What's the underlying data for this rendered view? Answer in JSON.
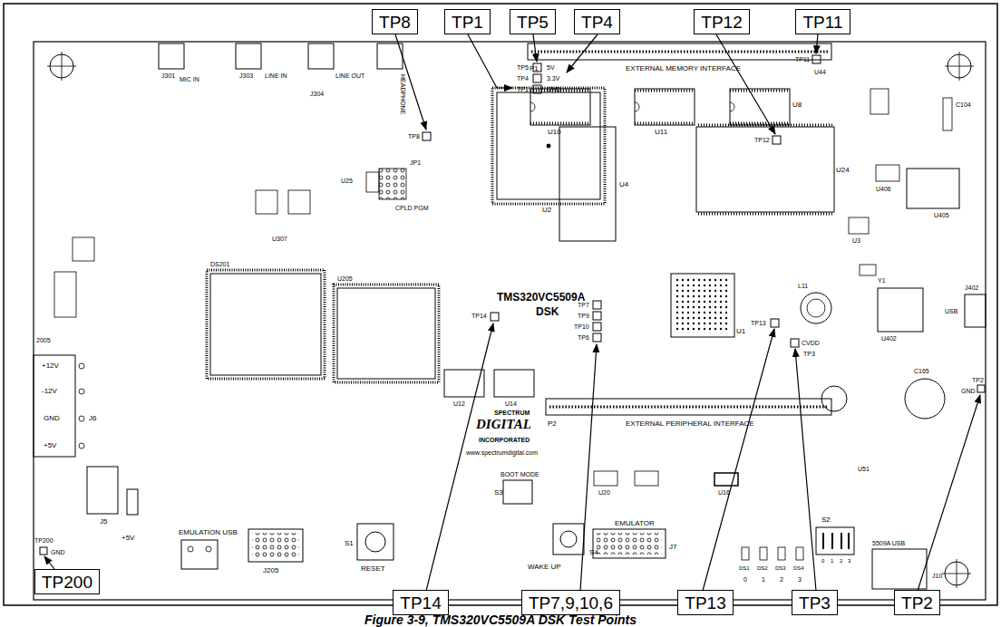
{
  "diagram": {
    "caption": "Figure 3-9, TMS320VC5509A DSK Test Points",
    "nodes": [
      {
        "text": [
          "TP8"
        ]
      },
      {
        "text": [
          "TP1"
        ]
      },
      {
        "text": [
          "TP5"
        ]
      },
      {
        "text": [
          "TP4"
        ]
      },
      {
        "text": [
          "TP12"
        ]
      },
      {
        "text": [
          "TP11"
        ]
      },
      {
        "text": [
          "TP200"
        ]
      },
      {
        "text": [
          "TP14"
        ]
      },
      {
        "text": [
          "TP7,9,10,6"
        ]
      },
      {
        "text": [
          "TP13"
        ]
      },
      {
        "text": [
          "TP3"
        ]
      },
      {
        "text": [
          "TP2"
        ]
      }
    ],
    "labels": [
      "EXTERNAL MEMORY INTERFACE",
      "P1",
      "U10",
      "U11",
      "U8",
      "U4",
      "U2",
      "U24",
      "TMS320VC5509A",
      "DSK",
      "U1",
      "EXTERNAL PERIPHERAL INTERFACE",
      "P2",
      "SPECTRUM",
      "DIGITAL",
      "INCORPORATED",
      "www.spectrumdigital.com",
      "BOOT MODE",
      "S3",
      "WAKE UP",
      "S4",
      "EMULATOR",
      "J7",
      "RESET",
      "S1",
      "EMULATION USB",
      "J205",
      "J5",
      "+5V",
      "+12V",
      "-12V",
      "GND",
      "+5V",
      "J6",
      "TP200",
      "GND",
      "MIC IN",
      "LINE IN",
      "LINE OUT",
      "HEADPHONE",
      "J301",
      "J303",
      "J304",
      "CPLD PGM",
      "JP1",
      "TP8",
      "TP5",
      "5V",
      "TP4",
      "3.3V",
      "TP1",
      "GND",
      "TP14",
      "TP7",
      "TP9",
      "TP10",
      "TP6",
      "TP11",
      "TP12",
      "TP13",
      "CVDD",
      "TP3",
      "TP2",
      "GND",
      "C165",
      "J402",
      "USB",
      "S2",
      "5509A USB",
      "J10",
      "DS1",
      "DS2",
      "DS3",
      "DS4",
      "0",
      "1",
      "2",
      "3",
      "0",
      "1",
      "2",
      "3",
      "U205",
      "DS201",
      "U12",
      "U14",
      "2005",
      "U20",
      "U16",
      "U51",
      "L11",
      "U402",
      "U405",
      "C104",
      "U44",
      "U406",
      "U25",
      "U307",
      "U3",
      "Y1"
    ]
  }
}
